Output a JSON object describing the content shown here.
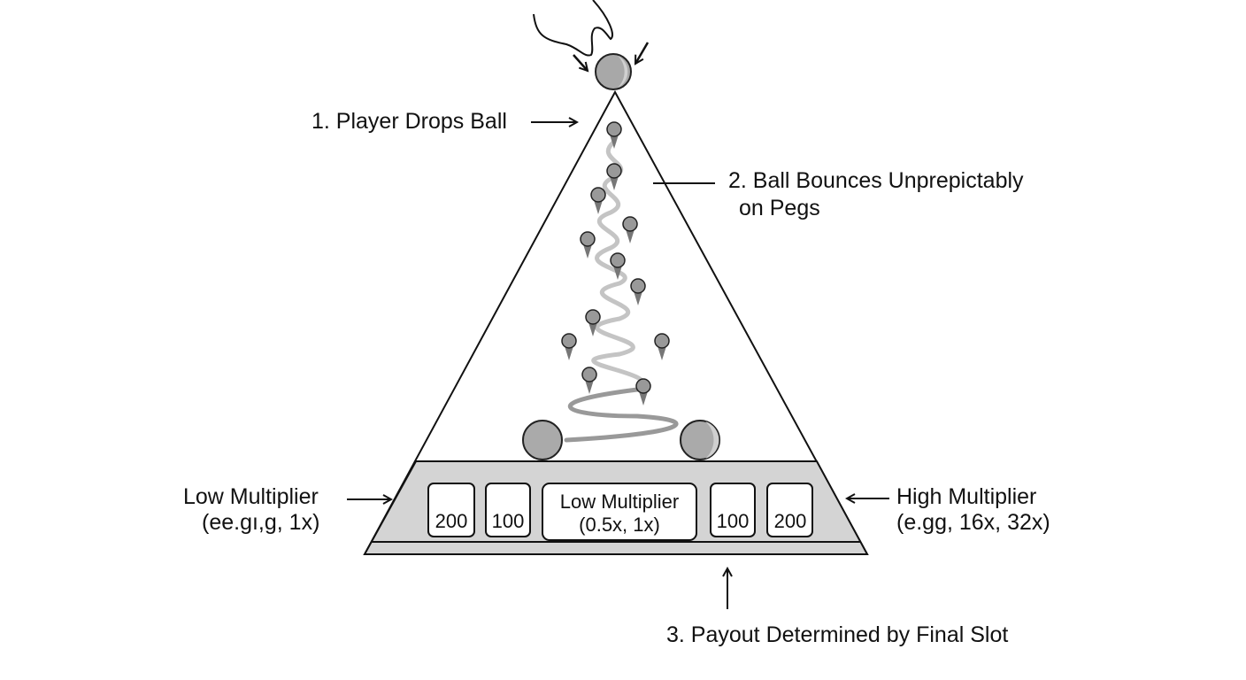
{
  "labels": {
    "step1": "1. Player Drops Ball",
    "step2_line1": "2. Ball Bounces Unprepictably",
    "step2_line2": "on Pegs",
    "step3": "3. Payout Determined by Final Slot",
    "low_left_line1": "Low Multiplier",
    "low_left_line2": "(ee.gı,g, 1x)",
    "high_right_line1": "High Multiplier",
    "high_right_line2": "(e.gg, 16x, 32x)"
  },
  "slots": [
    {
      "label": "200"
    },
    {
      "label": "100"
    },
    {
      "label": "Low Multiplier",
      "sub": "(0.5x, 1x)"
    },
    {
      "label": "100"
    },
    {
      "label": "200"
    }
  ],
  "colors": {
    "board": "#d4d4d4",
    "peg": "#999999",
    "ball": "#aaaaaa",
    "path": "#bbbbbb"
  }
}
